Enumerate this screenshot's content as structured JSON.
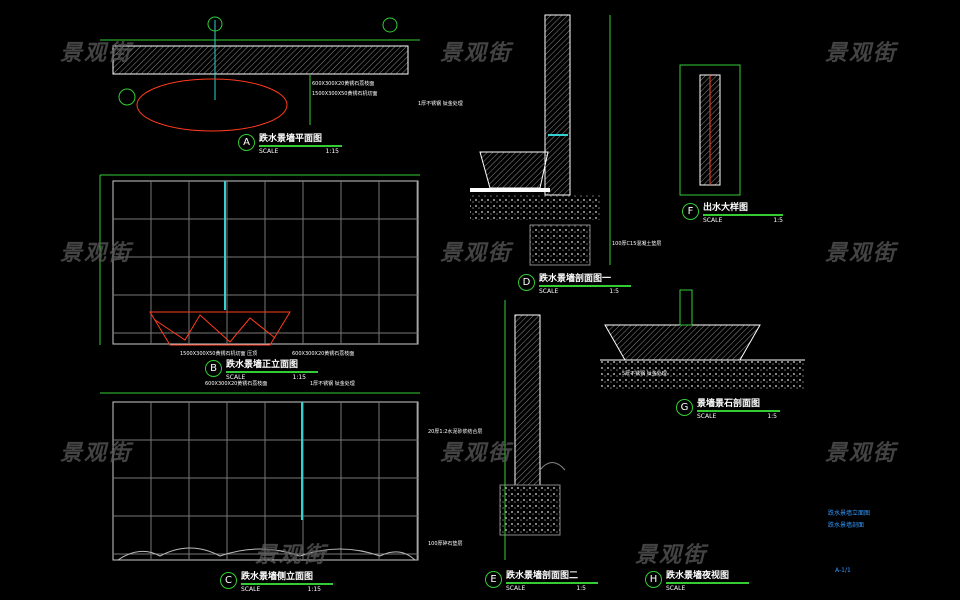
{
  "watermark": "景观街",
  "views": [
    {
      "id": "A",
      "title": "跌水景墙平面图",
      "scale_label": "SCALE",
      "scale": "1:15"
    },
    {
      "id": "B",
      "title": "跌水景墙正立面图",
      "scale_label": "SCALE",
      "scale": "1:15"
    },
    {
      "id": "C",
      "title": "跌水景墙侧立面图",
      "scale_label": "SCALE",
      "scale": "1:15"
    },
    {
      "id": "D",
      "title": "跌水景墙剖面图一",
      "scale_label": "SCALE",
      "scale": "1:5"
    },
    {
      "id": "E",
      "title": "跌水景墙剖面图二",
      "scale_label": "SCALE",
      "scale": "1:5"
    },
    {
      "id": "F",
      "title": "出水大样图",
      "scale_label": "SCALE",
      "scale": "1:5"
    },
    {
      "id": "G",
      "title": "景墙景石剖面图",
      "scale_label": "SCALE",
      "scale": "1:5"
    },
    {
      "id": "H",
      "title": "跌水景墙夜视图",
      "scale_label": "SCALE",
      "scale": ""
    }
  ],
  "notes": {
    "a1": "600X300X20黄锈石荔枝面",
    "a2": "1500X300X50黄锈石机切面",
    "b1": "1500X300X50黄锈石机切面 压顶",
    "b2": "600X300X20黄锈石荔枝面",
    "c1": "600X300X20黄锈石荔枝面",
    "c2": "1厚不锈钢 钛金处理",
    "d1": "1厚不锈钢 钛金处理",
    "d2": "100厚C15混凝土垫层",
    "e1": "20厚1:2水泥砂浆结合层",
    "e2": "100厚碎石垫层",
    "g1": "5厚不锈钢 钛金处理"
  },
  "legend": {
    "line1": "跌水景墙立面图",
    "line2": "跌水景墙剖面",
    "code": "A-1/1"
  },
  "colors": {
    "line": "#33cc33",
    "wall": "#cfd",
    "accent": "#ff3b1f",
    "water": "#35d0d0",
    "blue": "#3399ff"
  }
}
